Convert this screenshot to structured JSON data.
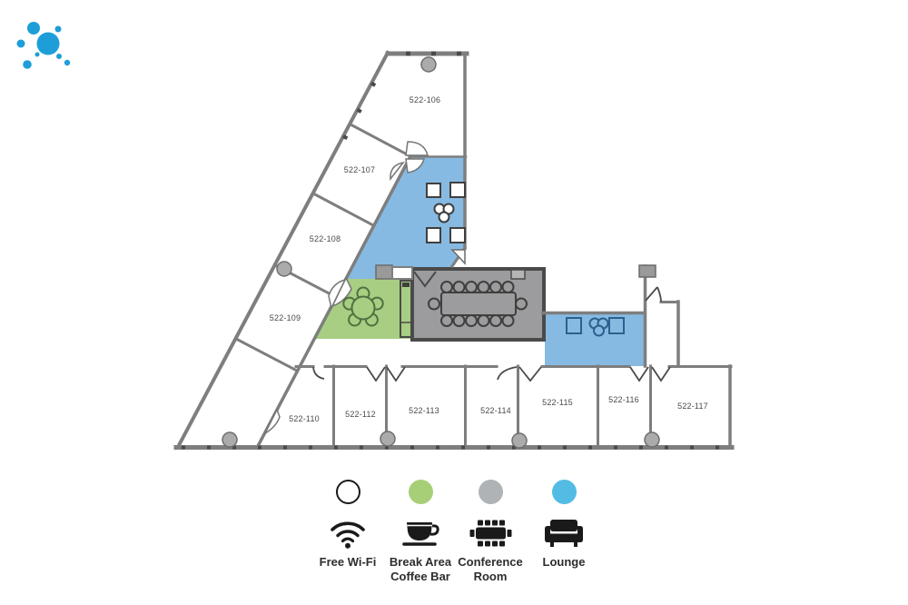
{
  "brand": {
    "logo_color": "#1d9ed9"
  },
  "floorplan": {
    "colors": {
      "lounge_fill": "#87bae2",
      "break_fill": "#a7ce82",
      "conference_fill": "#9c9c9e",
      "wall": "#7e7e7e",
      "wall_dark": "#4a4a4a",
      "break_outline": "#4f7040",
      "lounge_outline": "#2b618e",
      "column_fill": "#ababab"
    },
    "rooms": [
      {
        "id": "522-106"
      },
      {
        "id": "522-107"
      },
      {
        "id": "522-108"
      },
      {
        "id": "522-109"
      },
      {
        "id": "522-110"
      },
      {
        "id": "522-112"
      },
      {
        "id": "522-113"
      },
      {
        "id": "522-114"
      },
      {
        "id": "522-115"
      },
      {
        "id": "522-116"
      },
      {
        "id": "522-117"
      }
    ]
  },
  "legend": {
    "items": [
      {
        "label": "Free Wi-Fi",
        "label2": "",
        "swatch": "#ffffff"
      },
      {
        "label": "Break Area",
        "label2": "Coffee Bar",
        "swatch": "#a7cf78"
      },
      {
        "label": "Conference",
        "label2": "Room",
        "swatch": "#b0b3b6"
      },
      {
        "label": "Lounge",
        "label2": "",
        "swatch": "#54bbe4"
      }
    ]
  }
}
